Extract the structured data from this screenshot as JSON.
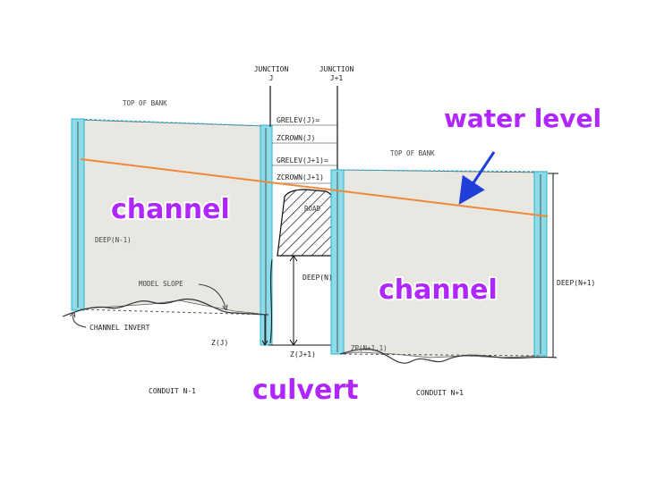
{
  "labels": {
    "junction_j_line1": "JUNCTION",
    "junction_j_line2": "J",
    "junction_j1_line1": "JUNCTION",
    "junction_j1_line2": "J+1",
    "top_of_bank_left": "TOP OF BANK",
    "top_of_bank_right": "TOP OF BANK",
    "grelev_j": "GRELEV(J)=",
    "zcrown_j": "ZCROWN(J)",
    "grelev_j1": "GRELEV(J+1)=",
    "zcrown_j1": "ZCROWN(J+1)",
    "road": "ROAD",
    "deep_n_minus_1": "DEEP(N-1)",
    "deep_n": "DEEP(N)",
    "deep_n_plus_1": "DEEP(N+1)",
    "model_slope": "MODEL SLOPE",
    "channel_invert": "CHANNEL INVERT",
    "z_j": "Z(J)",
    "z_j1": "Z(J+1)",
    "zp": "ZP(N+1,1)",
    "conduit_left": "CONDUIT N-1",
    "conduit_right": "CONDUIT N+1"
  },
  "annotations": {
    "channel_left": "channel",
    "channel_right": "channel",
    "culvert": "culvert",
    "water_level": "water level"
  },
  "colors": {
    "channel_fill": "#e9e7e2",
    "bank_blue": "#6fd3e6",
    "bank_blue_dark": "#2ab4cf",
    "water_line": "#f0883a",
    "annotation_purple": "#b026ff",
    "arrow_blue": "#1f3fd8"
  }
}
